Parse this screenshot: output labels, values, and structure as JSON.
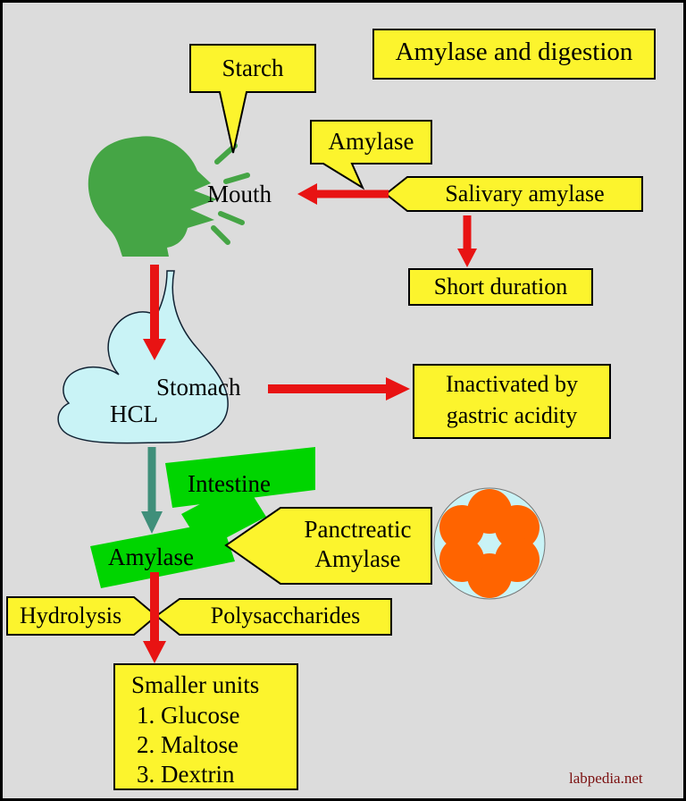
{
  "page": {
    "title": "Amylase and digestion",
    "watermark": "labpedia.net"
  },
  "labels": {
    "starch": "Starch",
    "amylase_top": "Amylase",
    "salivary_amylase": "Salivary amylase",
    "short_duration": "Short duration",
    "mouth": "Mouth",
    "stomach": "Stomach",
    "hcl": "HCL",
    "inactivated_line1": "Inactivated by",
    "inactivated_line2": "gastric acidity",
    "intestine": "Intestine",
    "amylase_intestine": "Amylase",
    "pancreatic_line1": "Panctreatic",
    "pancreatic_line2": "Amylase",
    "hydrolysis": "Hydrolysis",
    "polysaccharides": "Polysaccharides",
    "smaller_units_lines": [
      "Smaller units",
      "1. Glucose",
      "2. Maltose",
      "3. Dextrin"
    ]
  },
  "colors": {
    "background": "#dcdcdc",
    "box_yellow": "#fcf42d",
    "arrow_red": "#e81313",
    "arrow_teal": "#3f8f7a",
    "head_green": "#45a545",
    "intestine_green": "#00d500",
    "stomach_fill": "#c9f3f6",
    "flower_orange": "#ff6400",
    "watermark_text": "#7b1010"
  }
}
